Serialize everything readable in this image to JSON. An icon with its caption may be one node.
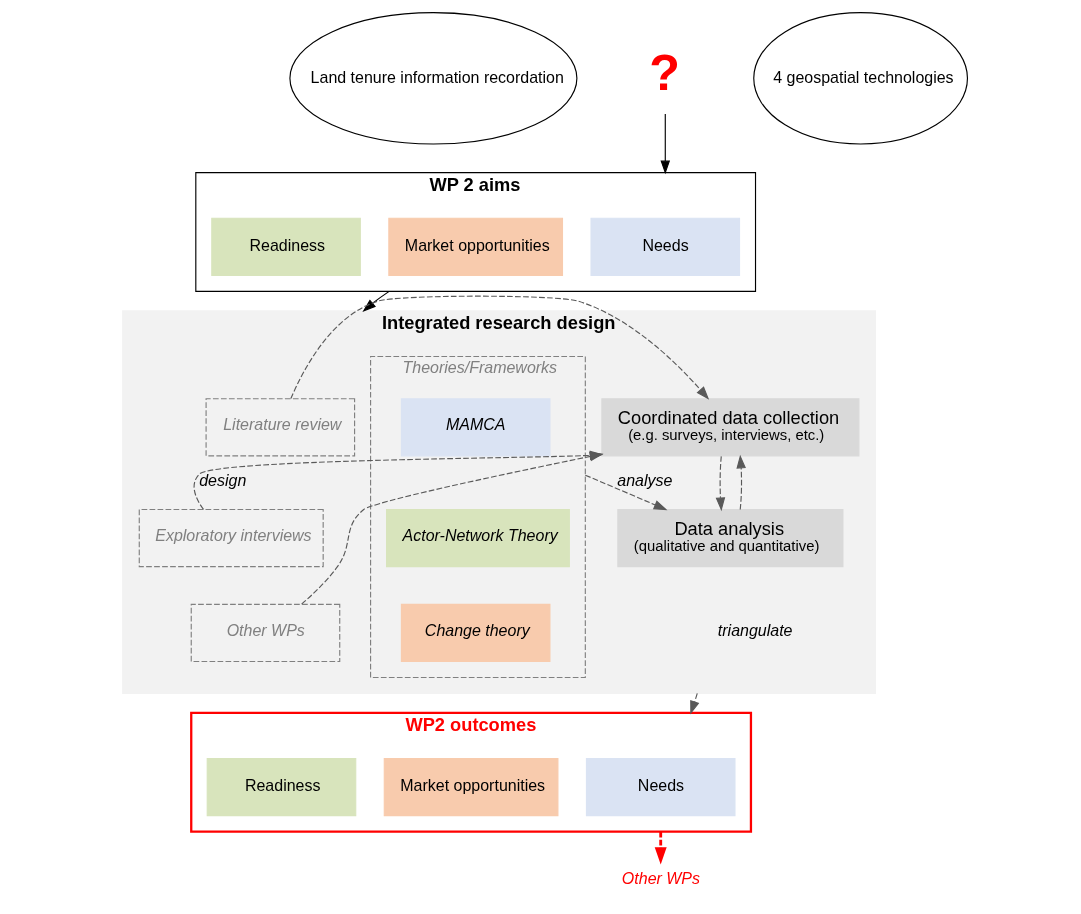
{
  "diagram": {
    "nodes": [
      {
        "text": [
          "Land tenure information recordation"
        ]
      },
      {
        "text": [
          "4 geospatial technologies"
        ]
      },
      {
        "text": [
          "?"
        ]
      },
      {
        "text": [
          "WP 2 aims"
        ]
      },
      {
        "text": [
          "Needs"
        ],
        "in": 3
      },
      {
        "text": [
          "Readiness"
        ],
        "in": 3
      },
      {
        "text": [
          "Market opportunities"
        ],
        "in": 3
      },
      {
        "text": [
          "Integrated research design"
        ]
      },
      {
        "text": [
          "Literature review"
        ],
        "in": 7
      },
      {
        "text": [
          "Exploratory interviews"
        ],
        "in": 7
      },
      {
        "text": [
          "Other WPs"
        ],
        "in": 7
      },
      {
        "text": [
          "Coordinated data collection",
          "(e.g. surveys, interviews, etc.)"
        ],
        "in": 7
      },
      {
        "text": [
          "Data analysis",
          "(qualitative and quantitative)"
        ],
        "in": 7
      },
      {
        "text": [
          "Theories/Frameworks"
        ],
        "in": 7
      },
      {
        "text": [
          "MAMCA"
        ],
        "in": 13
      },
      {
        "text": [
          "Actor-Network Theory"
        ],
        "in": 13
      },
      {
        "text": [
          "Change theory"
        ],
        "in": 13
      },
      {
        "text": [
          "WP2 outcomes"
        ]
      },
      {
        "text": [
          "Needs"
        ],
        "in": 17
      },
      {
        "text": [
          "Readiness"
        ],
        "in": 17
      },
      {
        "text": [
          "Market opportunities"
        ],
        "in": 17
      },
      {
        "text": [
          "Other WPs"
        ]
      }
    ],
    "edges": [
      {
        "from": 2,
        "to": 3,
        "arrow": "to",
        "color": "#000000"
      },
      {
        "from": 3,
        "to": 7,
        "arrow": "to",
        "color": "#000000"
      },
      {
        "from": 8,
        "to": 11,
        "arrow": "to",
        "style": "dashed"
      },
      {
        "from": 9,
        "to": 11,
        "arrow": "to",
        "style": "dashed",
        "label": "design"
      },
      {
        "from": 10,
        "to": 11,
        "arrow": "to",
        "style": "dashed"
      },
      {
        "from": 11,
        "to": 12,
        "arrow": "to",
        "style": "dashed"
      },
      {
        "from": 12,
        "to": 11,
        "arrow": "to",
        "style": "dashed"
      },
      {
        "from": 13,
        "to": 12,
        "arrow": "to",
        "style": "dashed",
        "label": "analyse"
      },
      {
        "from": 7,
        "to": 17,
        "arrow": "to",
        "style": "dashed",
        "label": "triangulate"
      },
      {
        "from": 17,
        "to": 21,
        "arrow": "to",
        "style": "dashed",
        "color": "#ff0000"
      }
    ]
  }
}
